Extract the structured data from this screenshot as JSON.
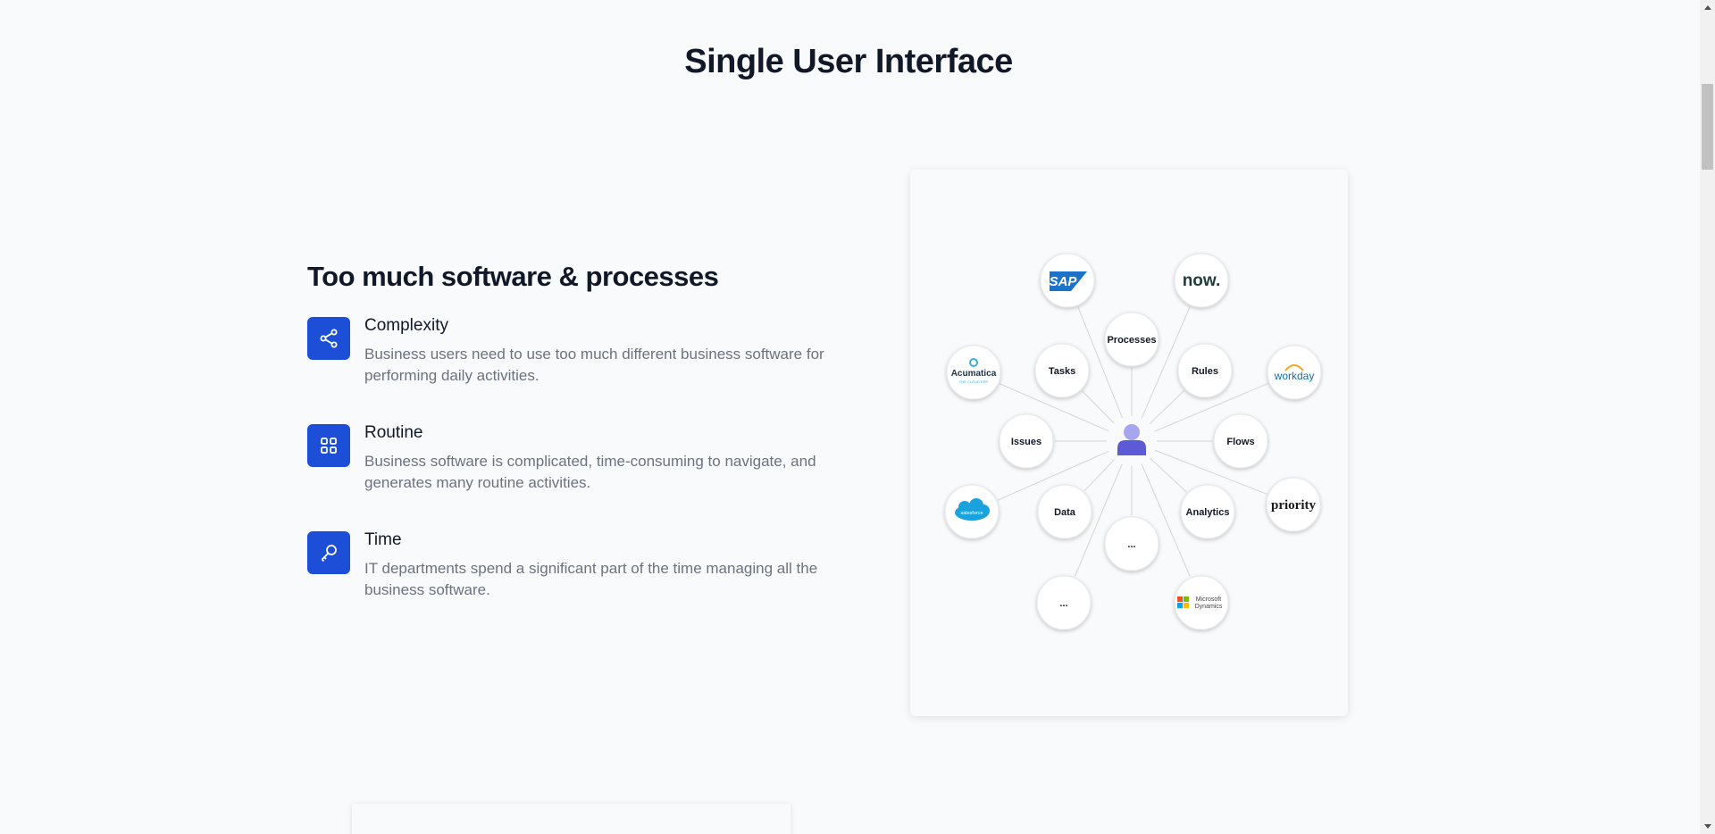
{
  "page": {
    "title": "Single User Interface"
  },
  "section": {
    "title": "Too much software & processes",
    "features": [
      {
        "name": "Complexity",
        "icon": "share-icon",
        "description": "Business users need to use too much different business software for performing daily activities."
      },
      {
        "name": "Routine",
        "icon": "grid-icon",
        "description": "Business software is complicated, time-consuming to navigate, and generates many routine activities."
      },
      {
        "name": "Time",
        "icon": "key-icon",
        "description": "IT departments spend a significant part of the time managing all the business software."
      }
    ]
  },
  "diagram": {
    "center": "user-icon",
    "concepts": [
      "Processes",
      "Tasks",
      "Rules",
      "Issues",
      "Flows",
      "Data",
      "Analytics",
      "..."
    ],
    "software": [
      {
        "logo": "SAP"
      },
      {
        "logo": "now."
      },
      {
        "logo": "Acumatica",
        "sub": "THE CLOUD ERP"
      },
      {
        "logo": "workday"
      },
      {
        "logo": "salesforce"
      },
      {
        "logo": "priority"
      },
      {
        "logo": "...",
        "plain": true
      },
      {
        "logo": "Microsoft",
        "sub": "Dynamics"
      }
    ]
  },
  "colors": {
    "accent": "#1d4ed8",
    "user": "#5b5bd6",
    "user_light": "#a5a5f0"
  }
}
